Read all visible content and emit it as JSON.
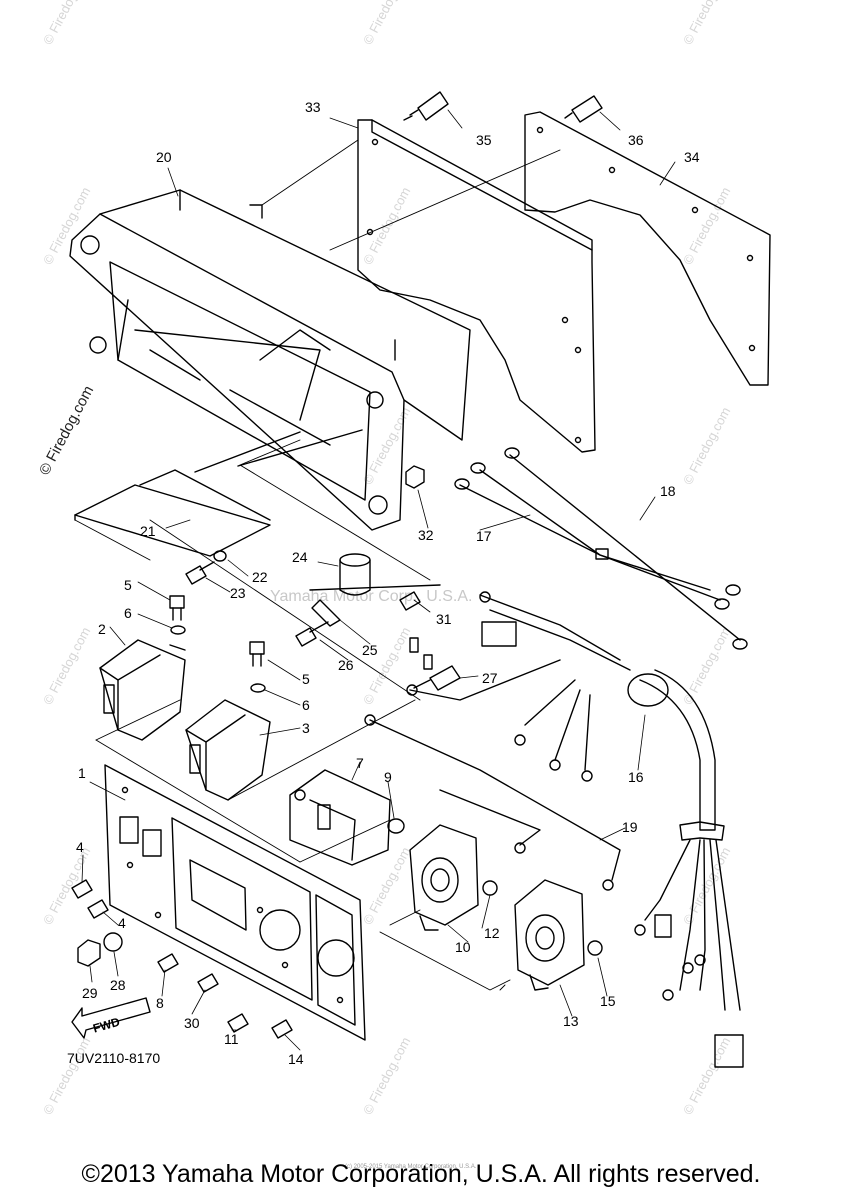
{
  "watermarks": {
    "corner": "© Firedog.com",
    "side": "© Firedog.com",
    "center": "Yamaha Motor Corp., U.S.A."
  },
  "callouts": [
    "1",
    "2",
    "3",
    "4",
    "4",
    "5",
    "5",
    "6",
    "6",
    "7",
    "8",
    "9",
    "10",
    "11",
    "12",
    "13",
    "14",
    "15",
    "16",
    "17",
    "18",
    "19",
    "20",
    "21",
    "22",
    "23",
    "24",
    "25",
    "26",
    "27",
    "28",
    "29",
    "30",
    "31",
    "32",
    "33",
    "34",
    "35",
    "36"
  ],
  "fwd_label": "FWD",
  "diagram_code": "7UV2110-8170",
  "footer": {
    "copyright": "©2013 Yamaha Motor Corporation, U.S.A. All rights reserved.",
    "tiny": "(c) 2005-2015 Yamaha Motor Corporation, U.S.A."
  }
}
